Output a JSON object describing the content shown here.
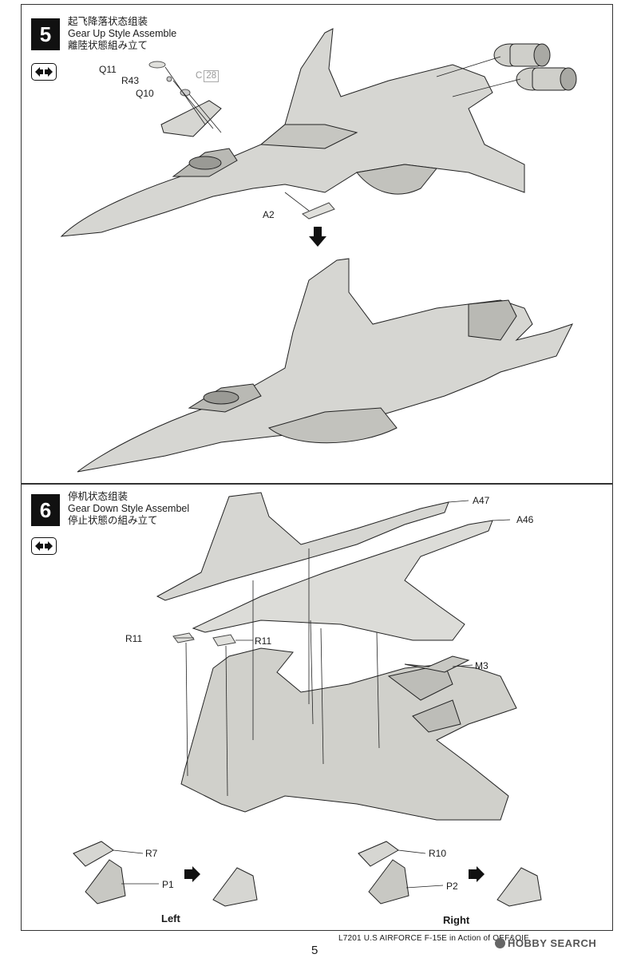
{
  "step5": {
    "number": "5",
    "title_cn": "起飞降落状态组装",
    "title_en": "Gear Up Style Assemble",
    "title_jp": "離陸状態組み立て",
    "symbol_icon": "symmetric-arrows-icon",
    "parts": {
      "q11": "Q11",
      "r43": "R43",
      "q10": "Q10",
      "a2": "A2",
      "c_label": "C",
      "c_number": "28"
    }
  },
  "step6": {
    "number": "6",
    "title_cn": "停机状态组装",
    "title_en": "Gear Down Style Assembel",
    "title_jp": "停止状態の組み立て",
    "symbol_icon": "symmetric-arrows-icon",
    "parts": {
      "a47": "A47",
      "a46": "A46",
      "r11_left": "R11",
      "r11_right": "R11",
      "m3": "M3",
      "r7": "R7",
      "p1": "P1",
      "r10": "R10",
      "p2": "P2"
    },
    "side_left": "Left",
    "side_right": "Right"
  },
  "footer": {
    "code": "L7201 U.S AIRFORCE  F-15E  in  Action  of  OEF&OIF",
    "page_number": "5",
    "watermark": "HOBBY SEARCH"
  },
  "colors": {
    "part_fill": "#d6d6d2",
    "part_shade": "#b9b9b4",
    "line": "#222222"
  }
}
